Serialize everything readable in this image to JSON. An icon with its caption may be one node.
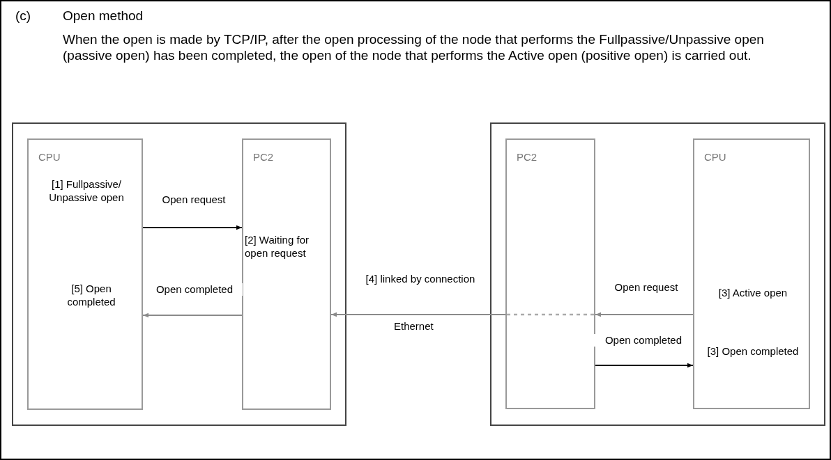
{
  "diagram": {
    "title": "Open method",
    "nodes": [
      {
        "text": [],
        "shape": "box"
      },
      {
        "text": [
          "CPU",
          "[1] Fullpassive/ Unpassive open",
          "[5] Open completed"
        ],
        "in": 0
      },
      {
        "text": [
          "PC2",
          "[2] Waiting for open request"
        ],
        "in": 0
      },
      {
        "text": [],
        "shape": "box"
      },
      {
        "text": [
          "PC2"
        ],
        "in": 3
      },
      {
        "text": [
          "CPU",
          "[3] Active open",
          "[3] Open completed"
        ],
        "in": 3
      }
    ],
    "edges": [
      {
        "from": 1,
        "to": 2,
        "arrow": "to",
        "label": "Open request",
        "color": "#000000"
      },
      {
        "from": 2,
        "to": 1,
        "arrow": "to",
        "label": "Open completed"
      },
      {
        "from": 5,
        "to": 4,
        "arrow": "to",
        "label": "Open request"
      },
      {
        "from": 4,
        "to": 2,
        "arrow": "to",
        "label": "[4] linked by connection"
      },
      {
        "from": 4,
        "to": 5,
        "arrow": "to",
        "label": "Open completed",
        "color": "#000000"
      }
    ],
    "labels": [
      "(c)",
      "When the open is made by TCP/IP, after the open processing of the node that performs the Fullpassive/Unpassive open (passive open) has been completed, the open of the node that performs the Active open (positive open) is carried out.",
      "Ethernet"
    ]
  }
}
